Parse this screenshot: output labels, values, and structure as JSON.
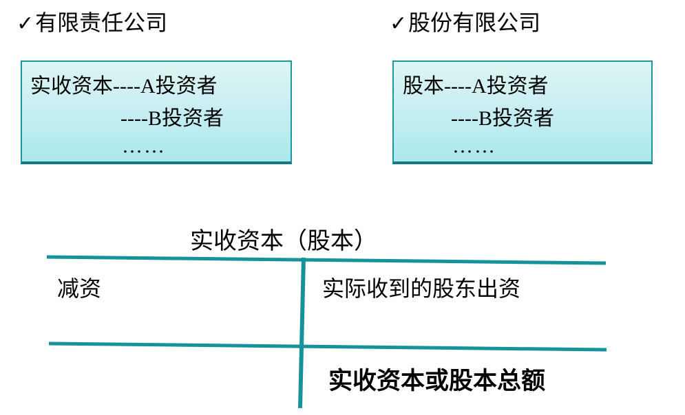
{
  "slide": {
    "icons": {
      "checkmark": "✓"
    },
    "left_section": {
      "heading": "有限责任公司",
      "box": {
        "lines": [
          "实收资本----A投资者",
          "----B投资者",
          "……"
        ]
      }
    },
    "right_section": {
      "heading": "股份有限公司",
      "box": {
        "lines": [
          "股本----A投资者",
          "----B投资者",
          "……"
        ]
      }
    },
    "t_account": {
      "title": "实收资本（股本）",
      "debit_label": "减资",
      "credit_label": "实际收到的股东出资",
      "total_label": "实收资本或股本总额"
    },
    "colors": {
      "rule_teal": "#17929b",
      "box_border": "#1d96a0",
      "box_fill_top": "#ddf6f2",
      "box_fill_bottom": "#a9e9ee",
      "text": "#000000"
    }
  }
}
